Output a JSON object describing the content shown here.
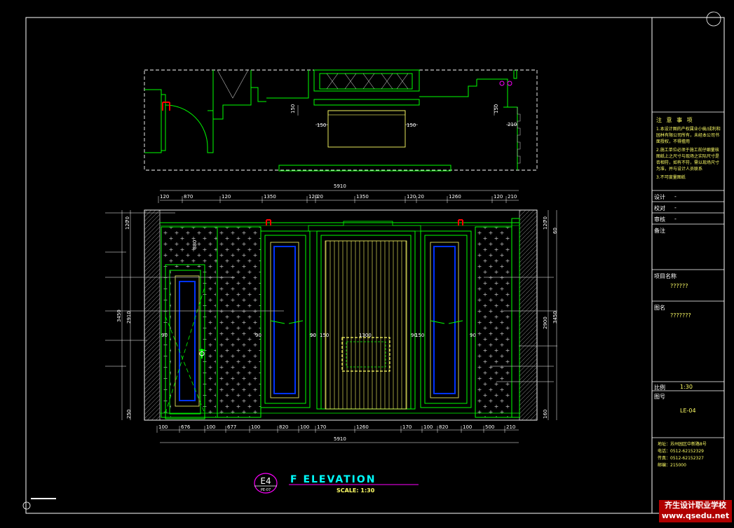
{
  "title_block": {
    "notes_title": "注 意 事 项",
    "notes": [
      "1.本设计图的产权属业小偷/成利和园林有限公司所有，未经本公司书面授权，不得擅用",
      "2.施工单位必须于施工前仔细量核图纸上之尺寸与现场之实际尺寸是否相符，如有不符，需以现场尺寸为准，并与设计人员联系",
      "3.不可度量图纸"
    ],
    "design_label": "设计",
    "design_value": "-",
    "check_label": "校对",
    "check_value": "-",
    "review_label": "审核",
    "review_value": "-",
    "remarks_label": "备注",
    "project_label": "项目名称",
    "project_value": "??????",
    "drawing_name_label": "图名",
    "drawing_name_value": "???????",
    "scale_label": "比例",
    "scale_value": "1:30",
    "drawing_no_label": "图号",
    "drawing_no_value": "LE-04",
    "address_lines": [
      "地址：苏州园区中新路8号",
      "电话：0512-62152329",
      "传真：0512-62152327",
      "邮编：215000"
    ]
  },
  "drawing": {
    "bubble_top": "E4",
    "bubble_bottom": "PE-07",
    "elevation_title": "F ELEVATION",
    "scale_text": "SCALE: 1:30",
    "plan_dims": [
      "150",
      "150",
      "150",
      "150",
      "210"
    ],
    "top_dims": [
      "120",
      "870",
      "120",
      "1350",
      "120",
      "20",
      "1350",
      "120",
      "20",
      "1260",
      "120",
      "210"
    ],
    "overall_top": "5910",
    "bottom_dims": [
      "100",
      "676",
      "100",
      "677",
      "100",
      "820",
      "100",
      "170",
      "1260",
      "170",
      "100",
      "820",
      "100",
      "500",
      "210"
    ],
    "overall_bottom": "5910",
    "left_dims": [
      "120",
      "70",
      "3450",
      "2910",
      "250"
    ],
    "right_dims": [
      "120",
      "70",
      "60",
      "2900",
      "3450",
      "160"
    ],
    "mid_dims": [
      "90",
      "90",
      "90",
      "90",
      "1300",
      "90",
      "90",
      "150",
      "150",
      "880"
    ]
  },
  "watermark": {
    "line1": "齐生设计职业学校",
    "line2": "www.qsedu.net"
  },
  "colors": {
    "green": "#00ff00",
    "yellow": "#ffff00",
    "white": "#ffffff",
    "blue": "#0033ff",
    "red": "#ff0000",
    "magenta": "#ff00ff",
    "cyan": "#00ffff"
  }
}
